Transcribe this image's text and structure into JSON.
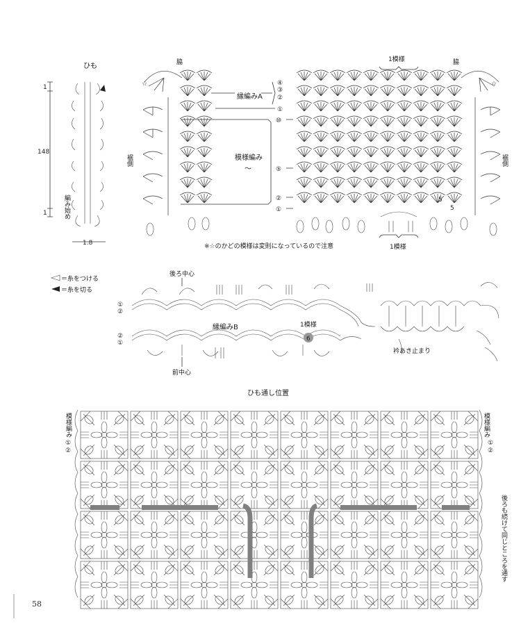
{
  "cord": {
    "title": "ひも",
    "dim_top": "1",
    "dim_main": "148",
    "dim_bottom": "1",
    "start_note": "編み始め",
    "width": "1.8"
  },
  "panel_top": {
    "side_left": "脇",
    "side_right": "脇",
    "repeat_top": "1模様",
    "repeat_bottom": "1模様",
    "edge_a": "縁編みA",
    "pattern": "模様編み",
    "pattern_tilde": "～",
    "hem_left": "裾側",
    "hem_right": "裾側",
    "rows_a": [
      "④",
      "③",
      "②",
      "①"
    ],
    "rows_main": [
      "⑩",
      "⑤",
      "②",
      "①"
    ],
    "numbers": [
      "5",
      "5"
    ],
    "note": "※☆のかどの模様は変則になっているので注意"
  },
  "legend": {
    "attach": "＝糸をつける",
    "cut": "＝糸を切る"
  },
  "panel_mid": {
    "back_center": "後ろ中心",
    "front_center": "前中心",
    "edge_b": "縁編みB",
    "repeat": "1模様",
    "six": "6",
    "slit_stop": "衿あき止まり",
    "rows_upper": [
      "①",
      "②"
    ],
    "rows_lower": [
      "②",
      "①"
    ]
  },
  "panel_bottom": {
    "title": "ひも通し位置",
    "left_label": "模様編み",
    "right_label": "模様編み",
    "rows_left": [
      "①",
      "②"
    ],
    "rows_right": [
      "①",
      "②"
    ],
    "side_note": "後ろも続けて同じところを通す"
  },
  "page_number": "58"
}
